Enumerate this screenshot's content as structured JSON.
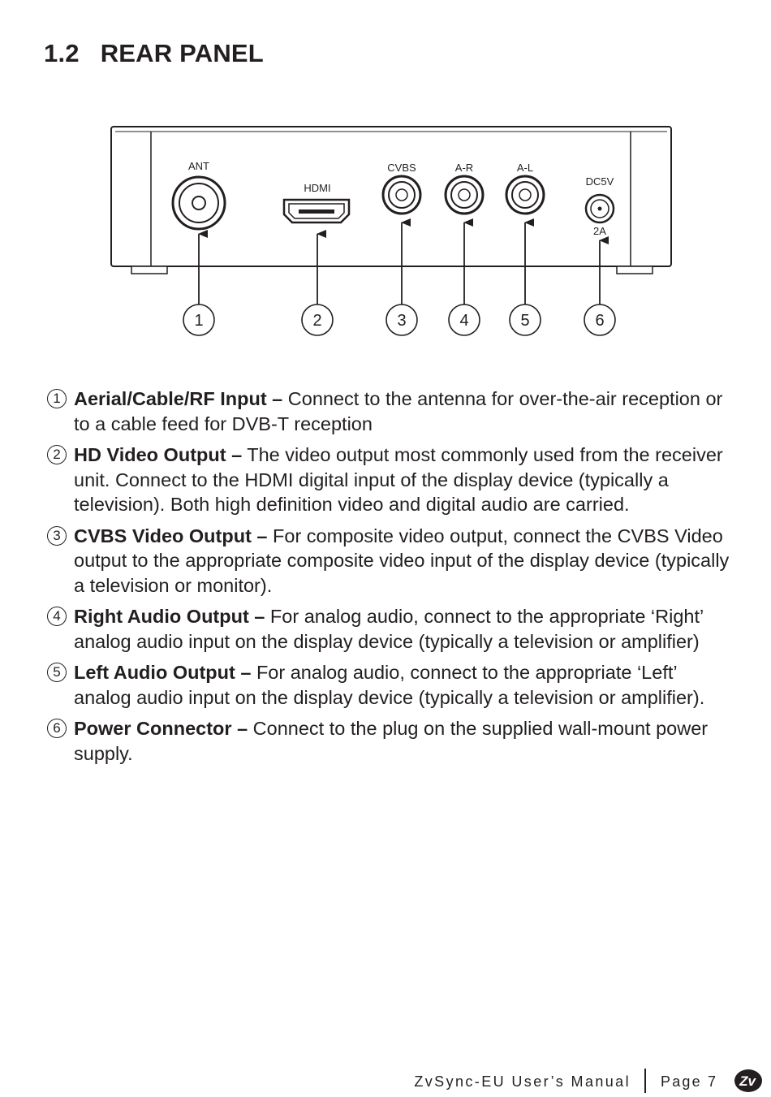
{
  "heading": {
    "number": "1.2",
    "title": "REAR PANEL"
  },
  "diagram": {
    "port_labels": {
      "ant": "ANT",
      "hdmi": "HDMI",
      "cvbs": "CVBS",
      "ar": "A-R",
      "al": "A-L",
      "dc_top": "DC5V",
      "dc_bottom": "2A"
    },
    "callouts": [
      "1",
      "2",
      "3",
      "4",
      "5",
      "6"
    ]
  },
  "items": [
    {
      "marker": "1",
      "term": "Aerial/Cable/RF Input –",
      "text": " Connect to the antenna for over-the-air reception or to a cable feed for DVB-T reception"
    },
    {
      "marker": "2",
      "term": "HD Video Output –",
      "text": " The video output most commonly used from the receiver unit. Connect to the HDMI digital input of the display device (typically a television). Both high definition video and digital audio are carried."
    },
    {
      "marker": "3",
      "term": "CVBS Video Output –",
      "text": " For composite video output, connect the CVBS Video output to the appropriate composite video input of the display device (typically a television or monitor)."
    },
    {
      "marker": "4",
      "term": "Right Audio Output –",
      "text": " For analog audio, connect to the appropriate ‘Right’ analog audio input on the display device (typically a television or amplifier)"
    },
    {
      "marker": "5",
      "term": "Left Audio Output –",
      "text": " For analog audio, connect to the appropriate ‘Left’ analog audio input on the display device (typically a television or amplifier)."
    },
    {
      "marker": "6",
      "term": "Power Connector –",
      "text": " Connect to the plug on the supplied wall-mount power supply."
    }
  ],
  "footer": {
    "manual": "ZvSync-EU User’s Manual",
    "page": "Page 7",
    "logo_text": "Zv"
  }
}
